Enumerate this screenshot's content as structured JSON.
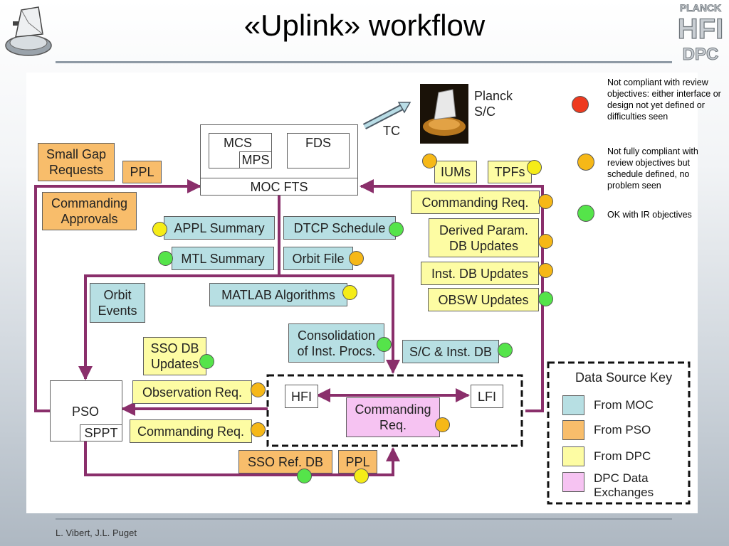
{
  "title": "«Uplink» workflow",
  "footer": "L. Vibert, J.L. Puget",
  "logo": {
    "line1": "PLANCK",
    "line2": "HFI",
    "line3": "DPC"
  },
  "spacecraft": {
    "label": "Planck\nS/C",
    "tc": "TC"
  },
  "moc": {
    "mcs": "MCS",
    "mps": "MPS",
    "fds": "FDS",
    "fts": "MOC FTS"
  },
  "pso": {
    "label": "PSO",
    "sppt": "SPPT"
  },
  "hfi": "HFI",
  "lfi": "LFI",
  "boxes": {
    "small_gap": "Small Gap\nRequests",
    "ppl_top": "PPL",
    "commanding_approvals": "Commanding\nApprovals",
    "appl_summary": "APPL Summary",
    "dtcp_schedule": "DTCP Schedule",
    "mtl_summary": "MTL Summary",
    "orbit_file": "Orbit File",
    "orbit_events": "Orbit\nEvents",
    "matlab": "MATLAB Algorithms",
    "iums": "IUMs",
    "tpfs": "TPFs",
    "commanding_req_right": "Commanding Req.",
    "derived_param": "Derived Param.\nDB Updates",
    "inst_db": "Inst. DB Updates",
    "obsw": "OBSW Updates",
    "consolidation": "Consolidation\nof Inst. Procs.",
    "sc_inst_db": "S/C & Inst. DB",
    "sso_db_updates": "SSO DB\nUpdates",
    "observation_req": "Observation Req.",
    "commanding_req_left": "Commanding Req.",
    "commanding_req_center": "Commanding\nReq.",
    "sso_ref_db": "SSO Ref. DB",
    "ppl_bottom": "PPL"
  },
  "key": {
    "title": "Data Source Key",
    "items": [
      {
        "label": "From MOC",
        "color": "#b7dfe3"
      },
      {
        "label": "From PSO",
        "color": "#f8bd6b"
      },
      {
        "label": "From DPC",
        "color": "#fdfca3"
      },
      {
        "label": "DPC Data\nExchanges",
        "color": "#f6c3f2"
      }
    ]
  },
  "status_legend": [
    {
      "color": "#ee3a1f",
      "text": "Not compliant with review objectives: either interface or design not yet defined or difficulties seen"
    },
    {
      "color": "#f6b817",
      "text": "Not fully compliant with review objectives but schedule defined, no problem seen"
    },
    {
      "color": "#55e44a",
      "text": "OK with IR objectives"
    }
  ],
  "colors": {
    "arrow": "#8a2f6b",
    "title_rule": "#8f9aa5"
  }
}
